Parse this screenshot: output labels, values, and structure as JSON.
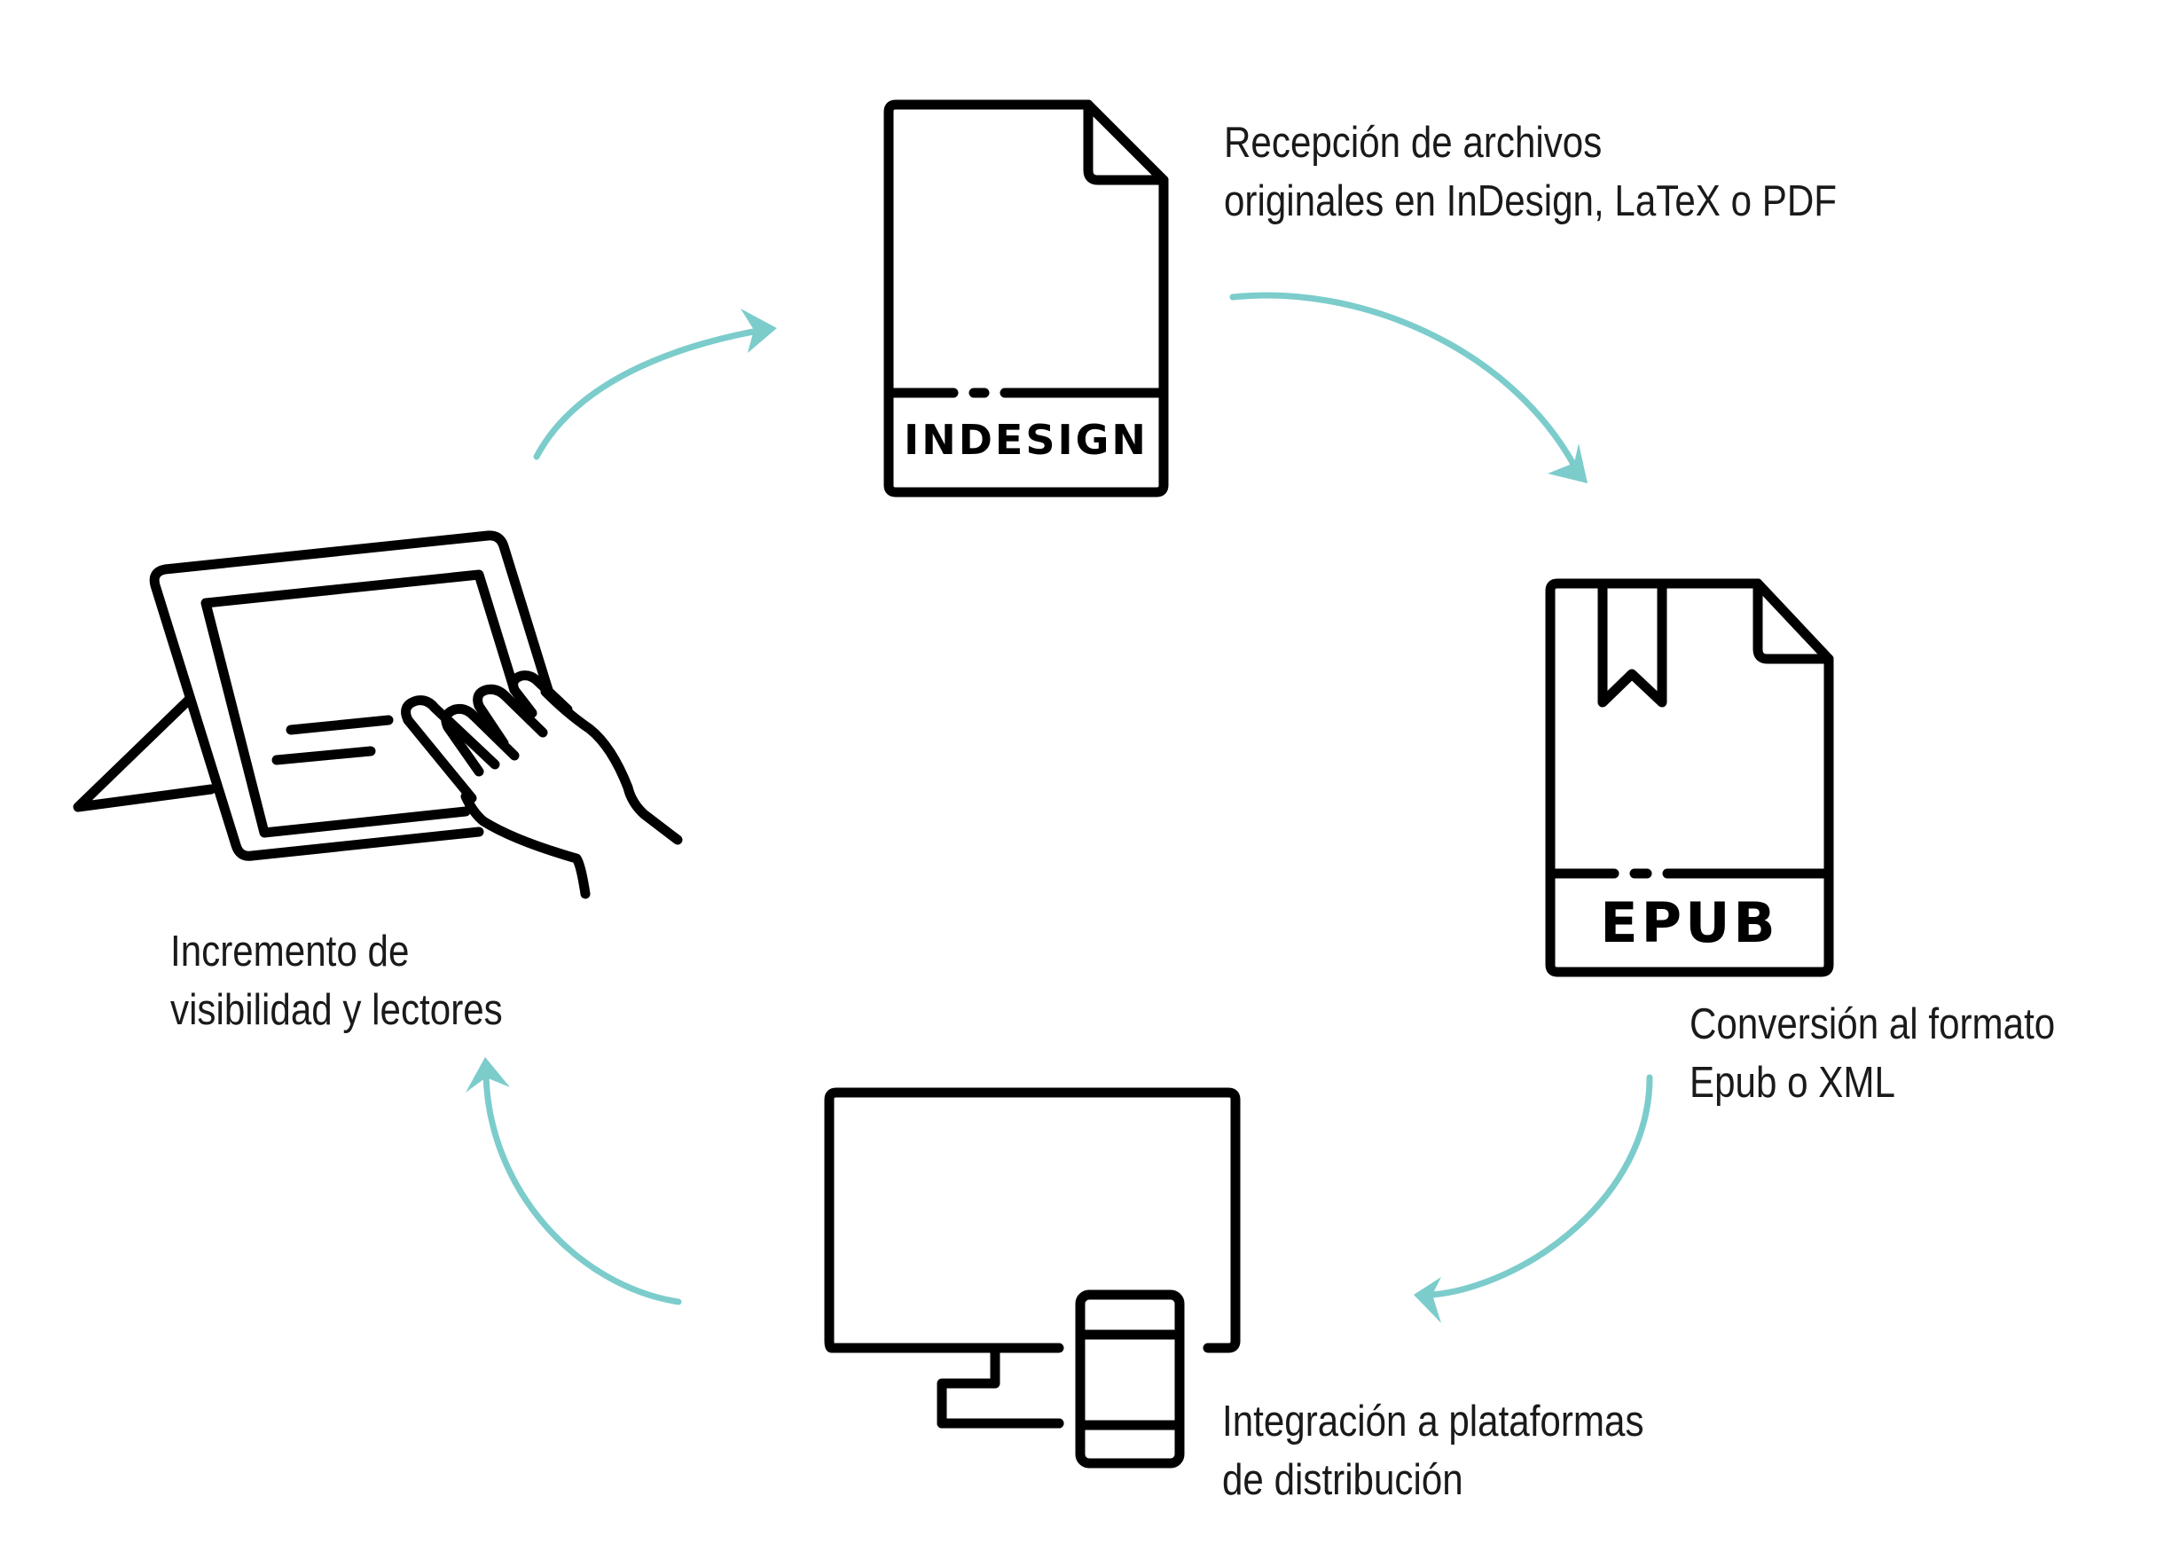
{
  "colors": {
    "stroke": "#000000",
    "arrow": "#7ccccc",
    "text": "#1a1a1a"
  },
  "icons": {
    "indesign": {
      "name": "indesign-file-icon",
      "label": "INDESIGN"
    },
    "epub": {
      "name": "epub-file-icon",
      "label": "EPUB"
    },
    "devices": {
      "name": "monitor-phone-icon"
    },
    "tablet": {
      "name": "tablet-hand-icon"
    }
  },
  "steps": [
    {
      "line1": "Recepción de archivos",
      "line2": "originales en InDesign, LaTeX o PDF"
    },
    {
      "line1": "Conversión al formato",
      "line2": "Epub o XML"
    },
    {
      "line1": "Integración a plataformas",
      "line2": "de distribución"
    },
    {
      "line1": "Incremento de",
      "line2": "visibilidad y lectores"
    }
  ]
}
